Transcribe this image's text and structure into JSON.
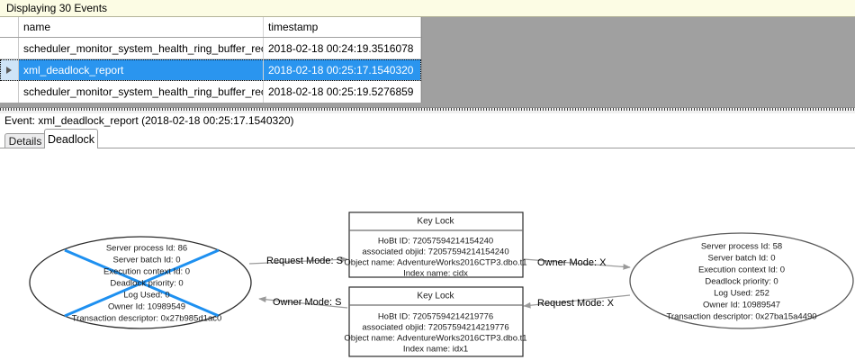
{
  "banner": {
    "text": "Displaying 30 Events"
  },
  "grid": {
    "columns": [
      "",
      "name",
      "timestamp"
    ],
    "rows": [
      {
        "selector": "",
        "name": "scheduler_monitor_system_health_ring_buffer_recorded",
        "timestamp": "2018-02-18 00:24:19.3516078",
        "selected": false
      },
      {
        "selector": "row-arrow",
        "name": "xml_deadlock_report",
        "timestamp": "2018-02-18 00:25:17.1540320",
        "selected": true
      },
      {
        "selector": "",
        "name": "scheduler_monitor_system_health_ring_buffer_recorded",
        "timestamp": "2018-02-18 00:25:19.5276859",
        "selected": false
      }
    ]
  },
  "event_panel": {
    "header": "Event: xml_deadlock_report (2018-02-18 00:25:17.1540320)",
    "tabs": [
      {
        "label": "Details",
        "active": false
      },
      {
        "label": "Deadlock",
        "active": true
      }
    ]
  },
  "colors": {
    "selection_blue": "#2a95ef",
    "victim_cross": "#1e90f0",
    "banner_bg": "#fcfce4",
    "grid_filler": "#a0a0a0",
    "node_stroke": "#2b2b2b",
    "edge_stroke": "#9a9a9a"
  },
  "deadlock_graph": {
    "processes": [
      {
        "id": "process-left",
        "victim": true,
        "lines": [
          "Server process Id: 86",
          "Server batch Id: 0",
          "Execution context Id: 0",
          "Deadlock priority: 0",
          "Log Used: 0",
          "Owner Id: 10989549",
          "Transaction descriptor: 0x27b985d1ac0"
        ]
      },
      {
        "id": "process-right",
        "victim": false,
        "lines": [
          "Server process Id: 58",
          "Server batch Id: 0",
          "Execution context Id: 0",
          "Deadlock priority: 0",
          "Log Used: 252",
          "Owner Id: 10989547",
          "Transaction descriptor: 0x27ba15a4490"
        ]
      }
    ],
    "resources": [
      {
        "id": "key-lock-top",
        "title": "Key Lock",
        "lines": [
          "HoBt ID: 72057594214154240",
          "associated objid: 72057594214154240",
          "Object name: AdventureWorks2016CTP3.dbo.t1",
          "Index name: cidx"
        ]
      },
      {
        "id": "key-lock-bottom",
        "title": "Key Lock",
        "lines": [
          "HoBt ID: 72057594214219776",
          "associated objid: 72057594214219776",
          "Object name: AdventureWorks2016CTP3.dbo.t1",
          "Index name: idx1"
        ]
      }
    ],
    "edges": [
      {
        "id": "edge-left-request-top",
        "label": "Request Mode: S",
        "from": "process-left",
        "to": "key-lock-top"
      },
      {
        "id": "edge-top-owner-right",
        "label": "Owner Mode: X",
        "from": "key-lock-top",
        "to": "process-right"
      },
      {
        "id": "edge-bottom-owner-left",
        "label": "Owner Mode: S",
        "from": "key-lock-bottom",
        "to": "process-left"
      },
      {
        "id": "edge-right-request-bottom",
        "label": "Request Mode: X",
        "from": "process-right",
        "to": "key-lock-bottom"
      }
    ]
  }
}
